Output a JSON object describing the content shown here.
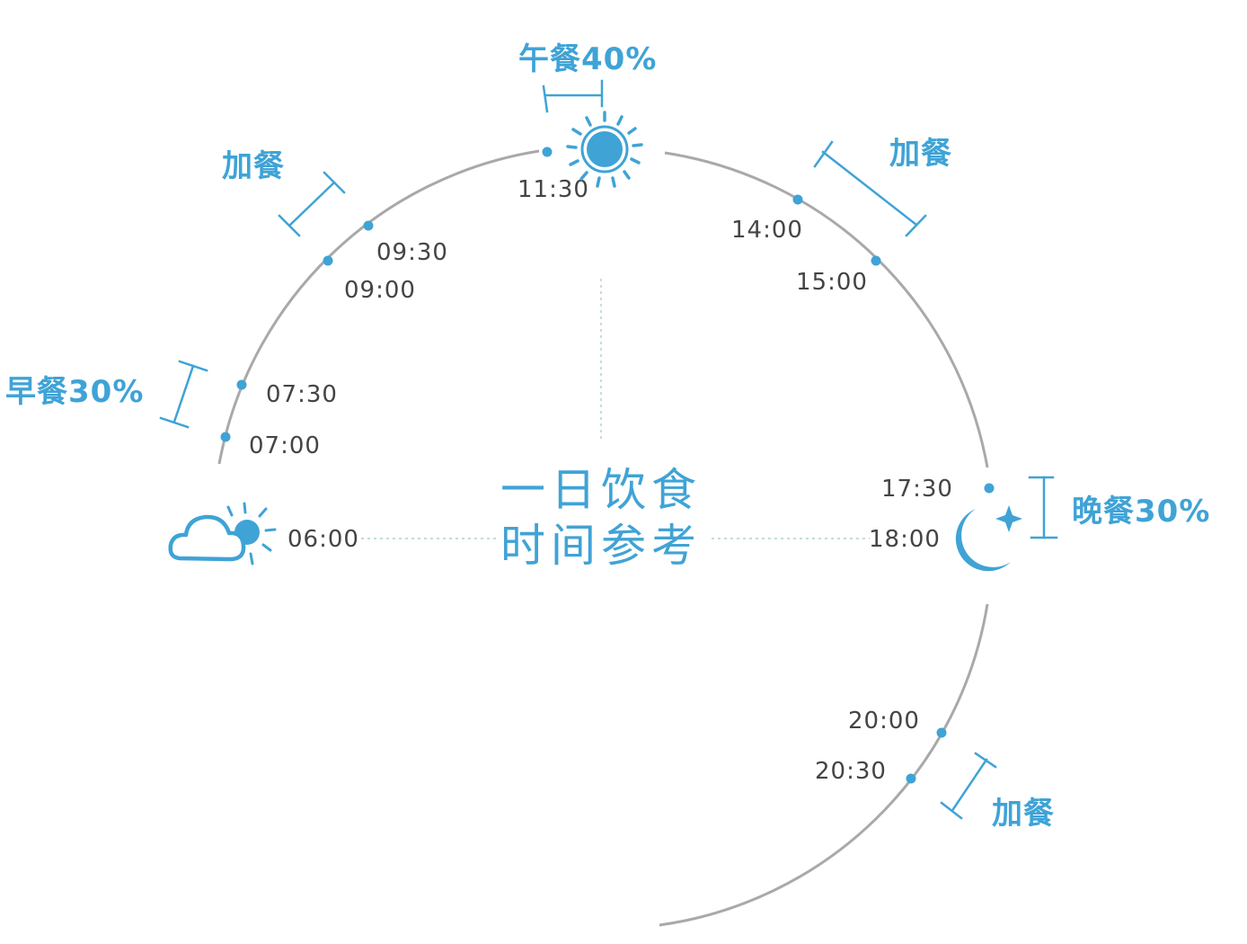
{
  "center_title": {
    "line1": "一日饮食",
    "line2": "时间参考"
  },
  "times": {
    "t0600": "06:00",
    "t0700": "07:00",
    "t0730": "07:30",
    "t0900": "09:00",
    "t0930": "09:30",
    "t1130": "11:30",
    "t1400": "14:00",
    "t1500": "15:00",
    "t1730": "17:30",
    "t1800": "18:00",
    "t2000": "20:00",
    "t2030": "20:30"
  },
  "meals": {
    "breakfast": "早餐30%",
    "snack_morning": "加餐",
    "lunch": "午餐40%",
    "snack_afternoon": "加餐",
    "dinner": "晚餐30%",
    "snack_evening": "加餐"
  },
  "icons": {
    "morning": "cloud-sun-icon",
    "noon": "sun-icon",
    "evening": "moon-star-icon"
  },
  "colors": {
    "accent": "#3fa3d6",
    "arc": "#a9a9a9",
    "text": "#444444"
  }
}
